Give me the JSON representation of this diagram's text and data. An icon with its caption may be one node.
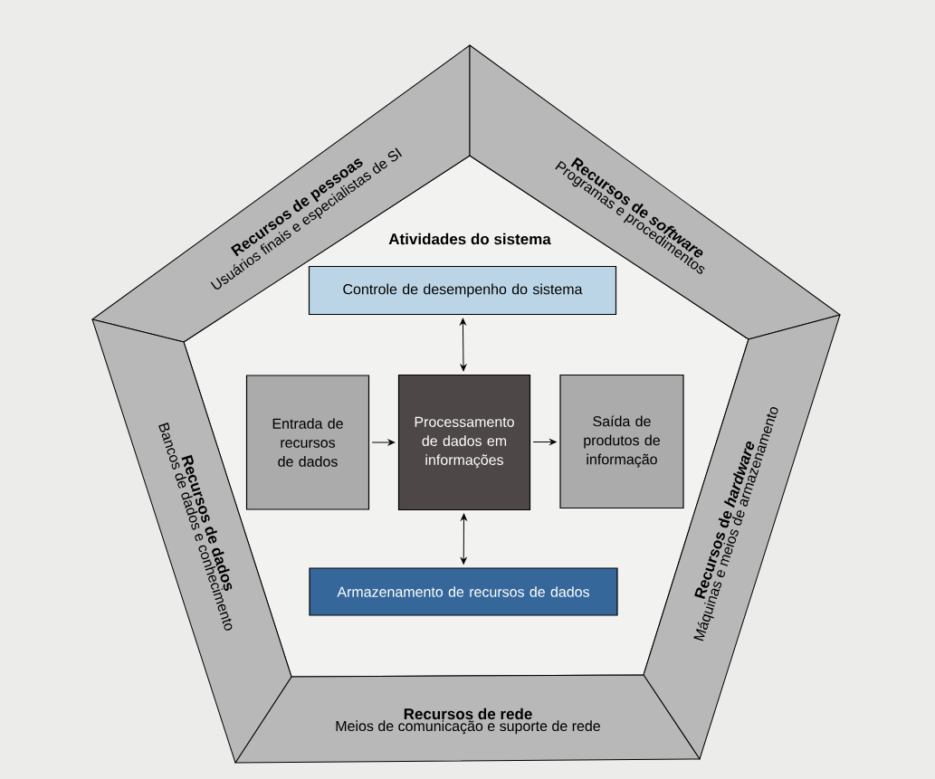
{
  "diagram": {
    "nodes": [
      {
        "text": [
          "Atividades do sistema"
        ]
      },
      {
        "text": [
          "Controle de desempenho do sistema"
        ],
        "in": 0
      },
      {
        "text": [
          "Entrada de recursos de dados"
        ],
        "in": 0
      },
      {
        "text": [
          "Processamento de dados em informações"
        ],
        "in": 0
      },
      {
        "text": [
          "Saída de produtos de informação"
        ],
        "in": 0
      },
      {
        "text": [
          "Armazenamento de recursos de dados"
        ],
        "in": 0
      },
      {
        "text": [
          "Recursos de pessoas",
          "Usuários finais e especialistas de SI"
        ]
      },
      {
        "text": [
          "Recursos de *software*",
          "Programas e procedimentos"
        ]
      },
      {
        "text": [
          "Recursos de *hardware*",
          "Máquinas e meios de armazenamento"
        ]
      },
      {
        "text": [
          "Recursos de rede",
          "Meios de comunicação e suporte de rede"
        ]
      },
      {
        "text": [
          "Recursos de dados",
          "Bancos de dados e conhecimento"
        ]
      }
    ],
    "edges": [
      {
        "from": 2,
        "to": 3,
        "arrow": "to"
      },
      {
        "from": 3,
        "to": 4,
        "arrow": "to"
      },
      {
        "from": 1,
        "to": 3,
        "arrow": "both"
      },
      {
        "from": 3,
        "to": 5,
        "arrow": "both"
      }
    ]
  }
}
